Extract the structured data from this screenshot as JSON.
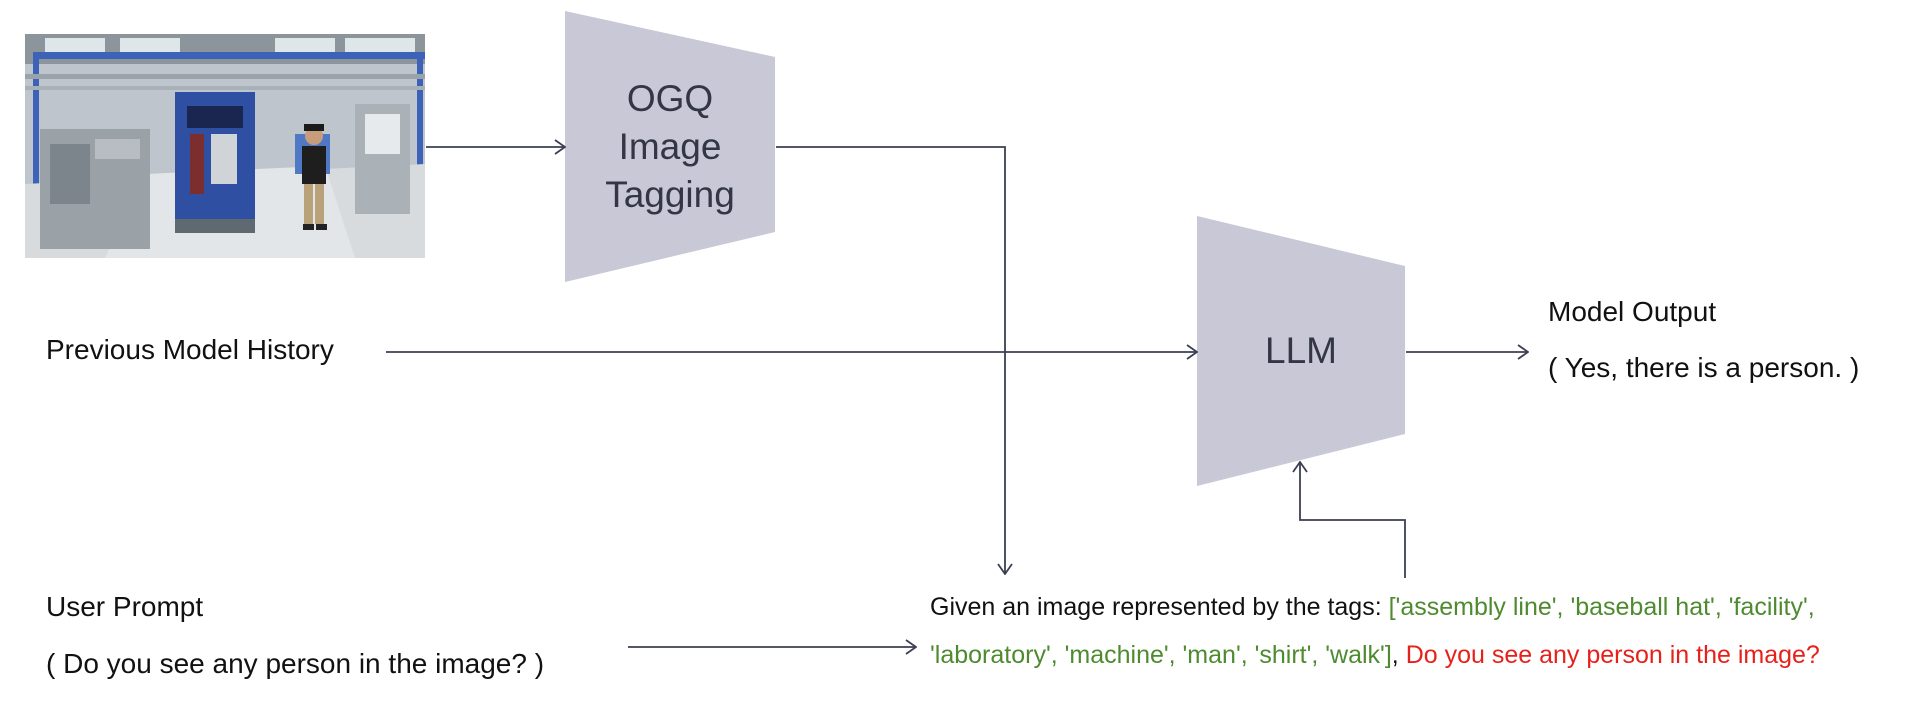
{
  "diagram": {
    "blocks": {
      "tagging": {
        "line1": "OGQ",
        "line2": "Image",
        "line3": "Tagging"
      },
      "llm": {
        "label": "LLM"
      }
    },
    "inputs": {
      "history": "Previous Model History",
      "user_prompt_title": "User Prompt",
      "user_prompt_text": "( Do you see any person in the image? )"
    },
    "output": {
      "title": "Model Output",
      "text": "( Yes, there is a person. )"
    },
    "composed_prompt": {
      "prefix": "Given an image represented by the tags: ",
      "tags": "['assembly line', 'baseball hat', 'facility', 'laboratory', 'machine', 'man', 'shirt', 'walk']",
      "separator": ", ",
      "question": "Do you see any person in the image?"
    },
    "colors": {
      "block_fill": "#c8c8d6",
      "arrow": "#3c3f52",
      "tags": "#4e8a2f",
      "question": "#e8201a"
    },
    "image": "factory-scene-person-walking"
  }
}
